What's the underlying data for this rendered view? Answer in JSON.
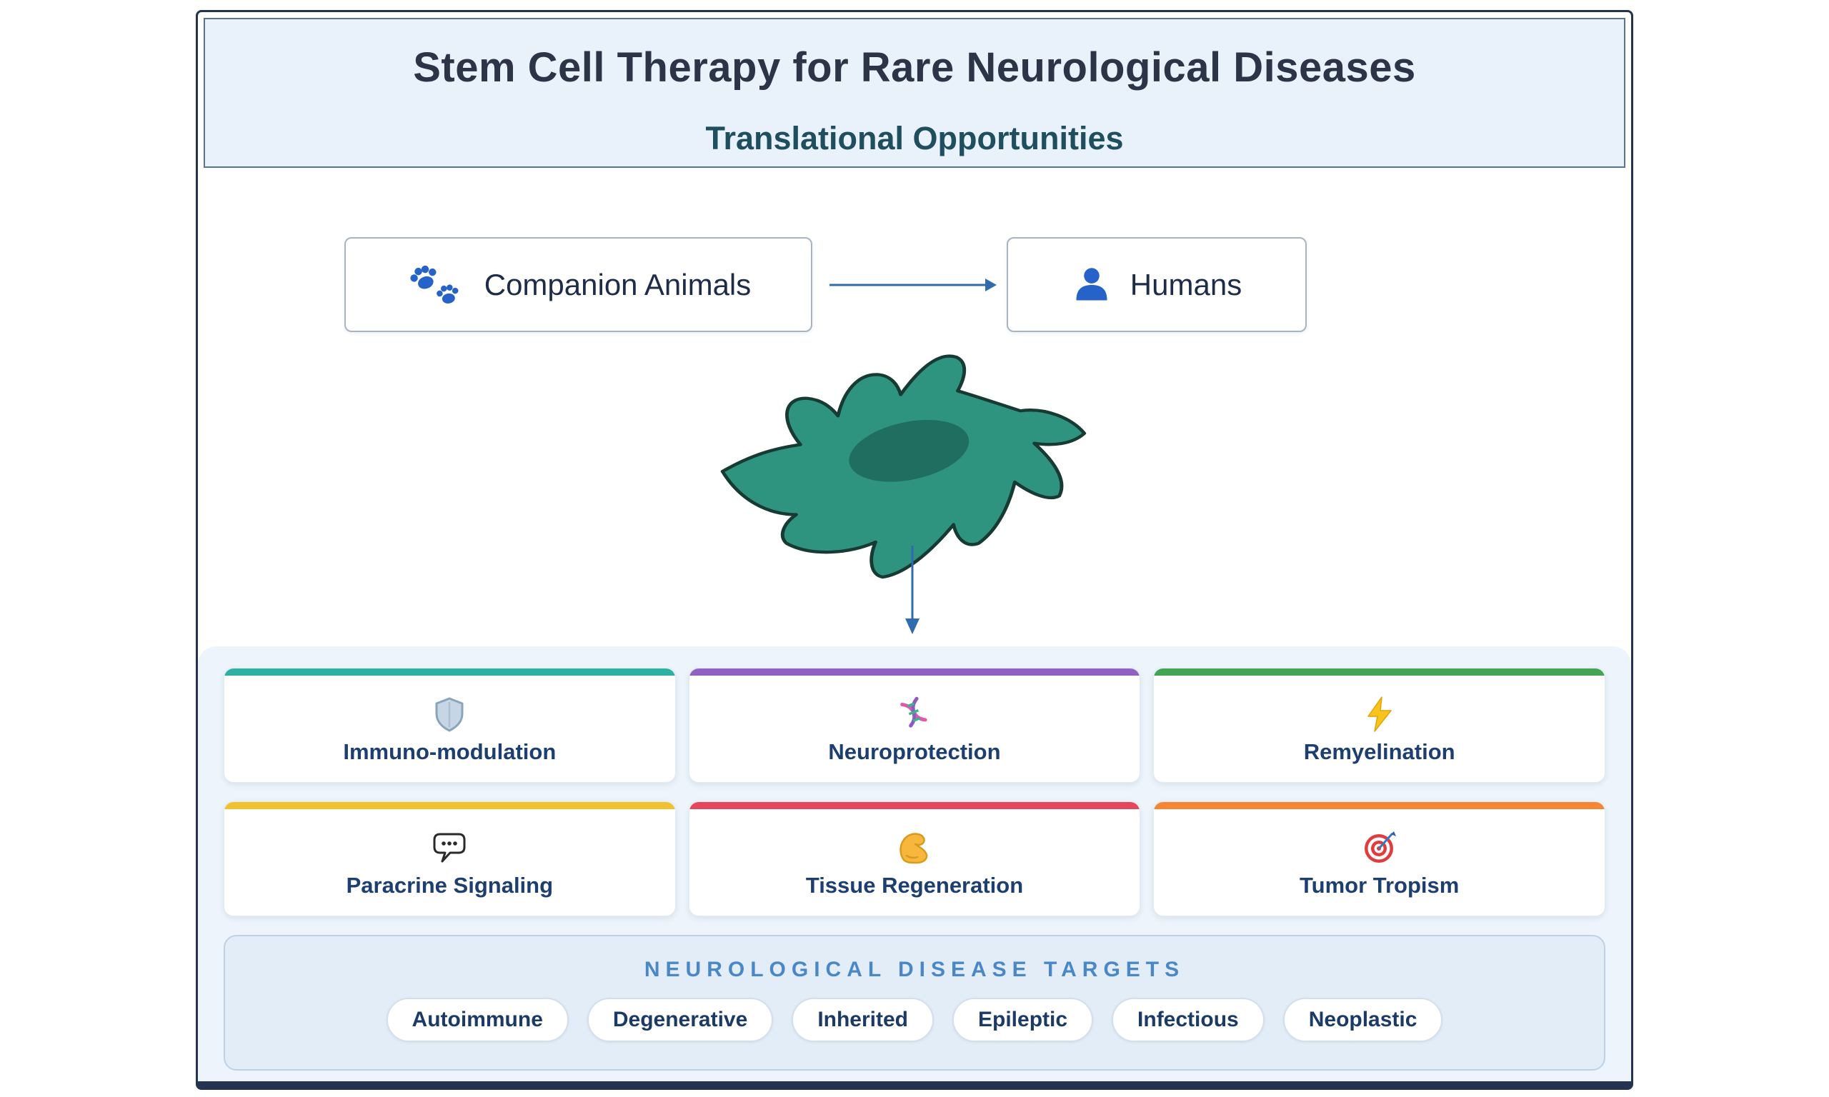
{
  "header": {
    "title": "Stem Cell Therapy for Rare Neurological Diseases",
    "subtitle": "Translational Opportunities"
  },
  "flow": {
    "companion_label": "Companion Animals",
    "companion_icon": "paw-prints-icon",
    "humans_label": "Humans",
    "humans_icon": "person-icon",
    "icon_color": "#2563c9",
    "arrow_color": "#2f6bad"
  },
  "cell": {
    "name": "stem-cell-illustration",
    "body_color": "#2e937f",
    "nucleus_color": "#1f6e5f",
    "outline_color": "#173a33"
  },
  "mechanism_cards": [
    {
      "label": "Immuno-modulation",
      "icon": "shield-icon",
      "accent": "#2cb1a3"
    },
    {
      "label": "Neuroprotection",
      "icon": "dna-icon",
      "accent": "#9061c2"
    },
    {
      "label": "Remyelination",
      "icon": "lightning-icon",
      "accent": "#43a554"
    },
    {
      "label": "Paracrine Signaling",
      "icon": "speech-bubble-icon",
      "accent": "#f0c22f"
    },
    {
      "label": "Tissue Regeneration",
      "icon": "flexed-biceps-icon",
      "accent": "#e5485c"
    },
    {
      "label": "Tumor Tropism",
      "icon": "target-icon",
      "accent": "#f58634"
    }
  ],
  "targets": {
    "heading": "NEUROLOGICAL DISEASE TARGETS",
    "items": [
      "Autoimmune",
      "Degenerative",
      "Inherited",
      "Epileptic",
      "Infectious",
      "Neoplastic"
    ]
  },
  "colors": {
    "header_bg": "#e9f1fa",
    "panel_bg": "#edf4fb",
    "targets_bg": "#e2edf8",
    "container_border": "#233350",
    "card_text": "#1c3e70",
    "heading_text": "#4a87c7"
  }
}
